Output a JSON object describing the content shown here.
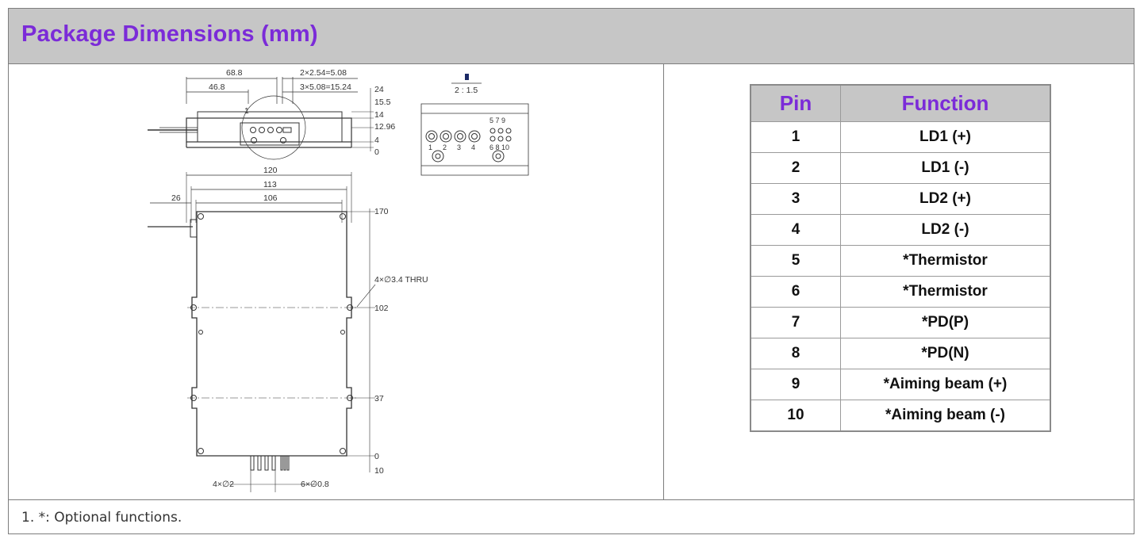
{
  "header": {
    "title": "Package Dimensions (mm)"
  },
  "drawing": {
    "top_view": {
      "dim_68_8": "68.8",
      "dim_46_8": "46.8",
      "dim_pitch_2": "2×2.54=5.08",
      "dim_pitch_3": "3×5.08=15.24",
      "pin1_marker": "1",
      "heights": [
        "24",
        "15.5",
        "14",
        "12.96",
        "4",
        "0"
      ]
    },
    "detail_view": {
      "scale": "2 : 1.5",
      "pin_top_labels": "5 7 9",
      "pin_bottom_labels": [
        "1",
        "2",
        "3",
        "4"
      ],
      "pin_bottom_right": "6 8 10"
    },
    "plan_view": {
      "width_120": "120",
      "width_113": "113",
      "width_106": "106",
      "fiber_26": "26",
      "height_170": "170",
      "hole_note": "4×∅3.4 THRU",
      "height_102": "102",
      "height_37": "37",
      "height_0": "0",
      "height_10": "10",
      "pins_large": "4×∅2",
      "pins_small": "6×∅0.8"
    }
  },
  "table": {
    "headers": [
      "Pin",
      "Function"
    ],
    "rows": [
      {
        "pin": "1",
        "function": "LD1 (+)"
      },
      {
        "pin": "2",
        "function": "LD1 (-)"
      },
      {
        "pin": "3",
        "function": "LD2 (+)"
      },
      {
        "pin": "4",
        "function": "LD2 (-)"
      },
      {
        "pin": "5",
        "function": "*Thermistor"
      },
      {
        "pin": "6",
        "function": "*Thermistor"
      },
      {
        "pin": "7",
        "function": "*PD(P)"
      },
      {
        "pin": "8",
        "function": "*PD(N)"
      },
      {
        "pin": "9",
        "function": "*Aiming beam (+)"
      },
      {
        "pin": "10",
        "function": "*Aiming beam (-)"
      }
    ]
  },
  "footer": {
    "note": "1. *: Optional functions."
  },
  "colors": {
    "accent": "#7b2bd8",
    "header_bg": "#c6c6c6",
    "border": "#7d7d7d"
  }
}
